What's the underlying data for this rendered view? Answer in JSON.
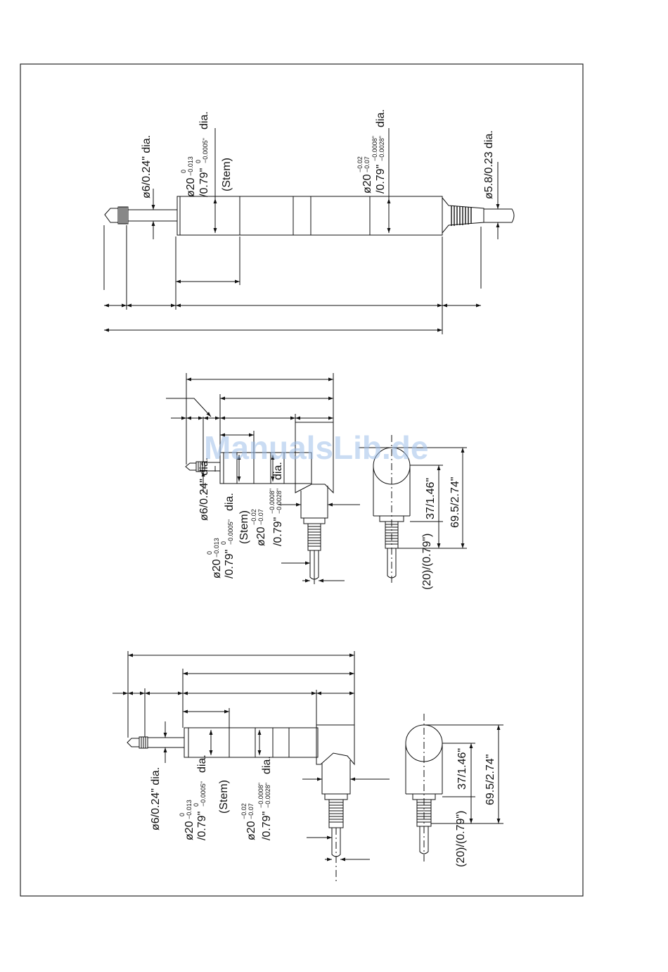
{
  "watermark": "ManualsLib.de",
  "view1": {
    "tip_dia": "ø6/0.24\" dia.",
    "stem_dia_main": "ø20",
    "stem_dia_tol_upper": "0",
    "stem_dia_tol_lower": "−0.013",
    "stem_dia_inch": "/0.79\"",
    "stem_dia_inch_tol_upper": "0",
    "stem_dia_inch_tol_lower": "−0.0005\"",
    "stem_dia_suffix": "dia.",
    "stem_label": "(Stem)",
    "body_dia_main": "ø20",
    "body_dia_tol_upper": "−0.02",
    "body_dia_tol_lower": "−0.07",
    "body_dia_inch": "/0.79\"",
    "body_dia_inch_tol_upper": "−0.0008\"",
    "body_dia_inch_tol_lower": "−0.0028\"",
    "body_dia_suffix": "dia.",
    "cable_dia": "ø5.8/0.23 dia."
  },
  "view2": {
    "tip_dia": "ø6/0.24\" dia.",
    "stem_dia_main": "ø20",
    "stem_dia_tol_upper": "0",
    "stem_dia_tol_lower": "−0.013",
    "stem_dia_inch": "/0.79\"",
    "stem_dia_inch_tol_upper": "0",
    "stem_dia_inch_tol_lower": "−0.0005\"",
    "stem_dia_suffix": "dia.",
    "stem_label": "(Stem)",
    "body_dia_main": "ø20",
    "body_dia_tol_upper": "−0.02",
    "body_dia_tol_lower": "−0.07",
    "body_dia_inch": "/0.79\"",
    "body_dia_inch_tol_upper": "−0.0008\"",
    "body_dia_inch_tol_lower": "−0.0028\"",
    "body_dia_suffix": "dia.",
    "dim_head": "37/1.46\"",
    "dim_total": "69.5/2.74\"",
    "dim_center": "(20)/(0.79\")"
  },
  "view3": {
    "tip_dia": "ø6/0.24\" dia.",
    "stem_dia_main": "ø20",
    "stem_dia_tol_upper": "0",
    "stem_dia_tol_lower": "−0.013",
    "stem_dia_inch": "/0.79\"",
    "stem_dia_inch_tol_upper": "0",
    "stem_dia_inch_tol_lower": "−0.0005\"",
    "stem_dia_suffix": "dia.",
    "stem_label": "(Stem)",
    "body_dia_main": "ø20",
    "body_dia_tol_upper": "−0.02",
    "body_dia_tol_lower": "−0.07",
    "body_dia_inch": "/0.79\"",
    "body_dia_inch_tol_upper": "−0.0008\"",
    "body_dia_inch_tol_lower": "−0.0028\"",
    "body_dia_suffix": "dia.",
    "dim_head": "37/1.46\"",
    "dim_total": "69.5/2.74\"",
    "dim_center": "(20)/(0.79\")"
  }
}
